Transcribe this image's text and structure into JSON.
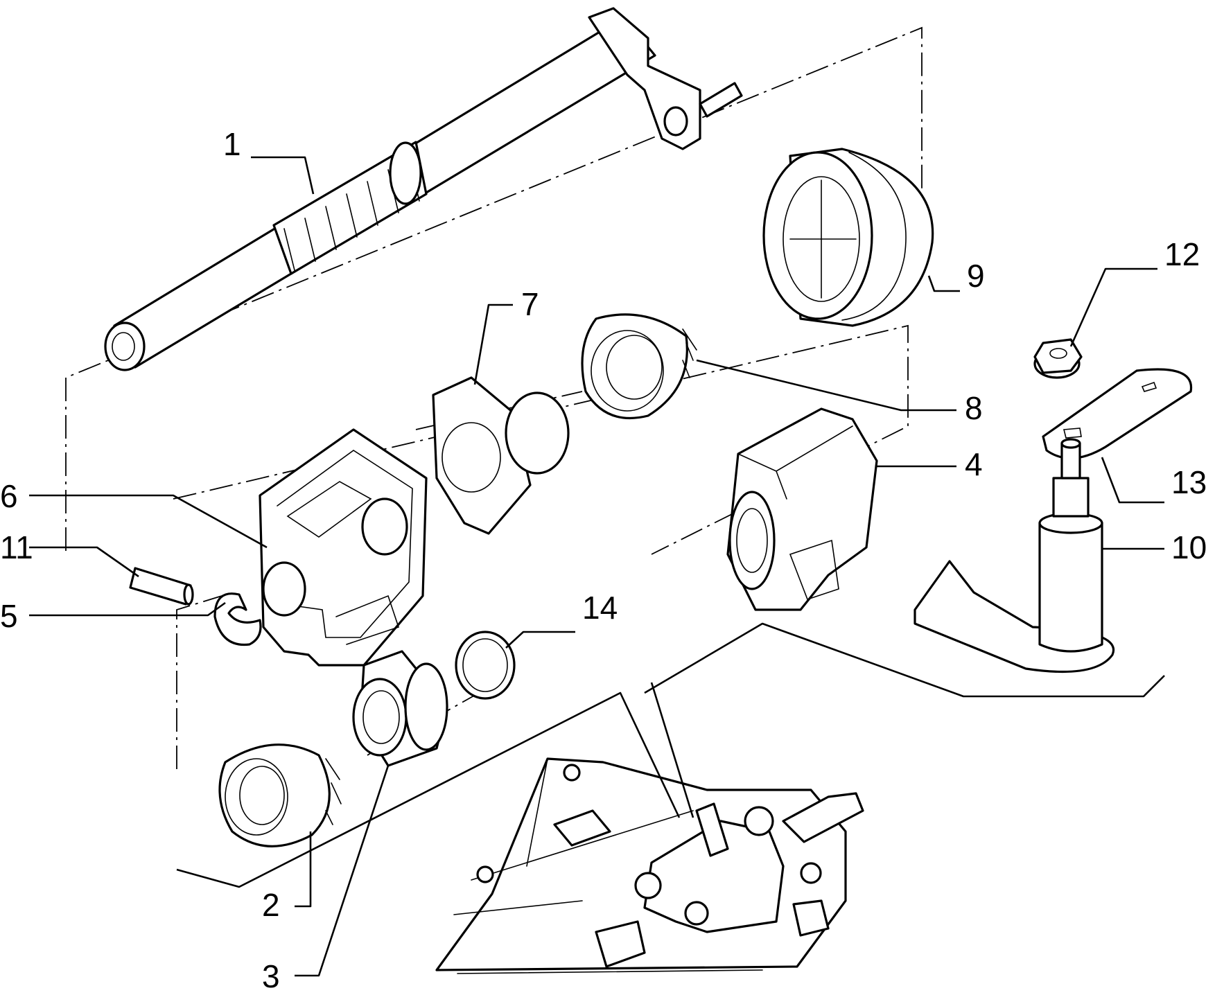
{
  "colors": {
    "ink": "#000000",
    "paper": "#ffffff"
  },
  "callouts": [
    {
      "id": "c1",
      "label": "1"
    },
    {
      "id": "c2",
      "label": "2"
    },
    {
      "id": "c3",
      "label": "3"
    },
    {
      "id": "c4",
      "label": "4"
    },
    {
      "id": "c5",
      "label": "5"
    },
    {
      "id": "c6",
      "label": "6"
    },
    {
      "id": "c7",
      "label": "7"
    },
    {
      "id": "c8",
      "label": "8"
    },
    {
      "id": "c9",
      "label": "9"
    },
    {
      "id": "c10",
      "label": "10"
    },
    {
      "id": "c11",
      "label": "11"
    },
    {
      "id": "c12",
      "label": "12"
    },
    {
      "id": "c13",
      "label": "13"
    },
    {
      "id": "c14",
      "label": "14"
    }
  ]
}
